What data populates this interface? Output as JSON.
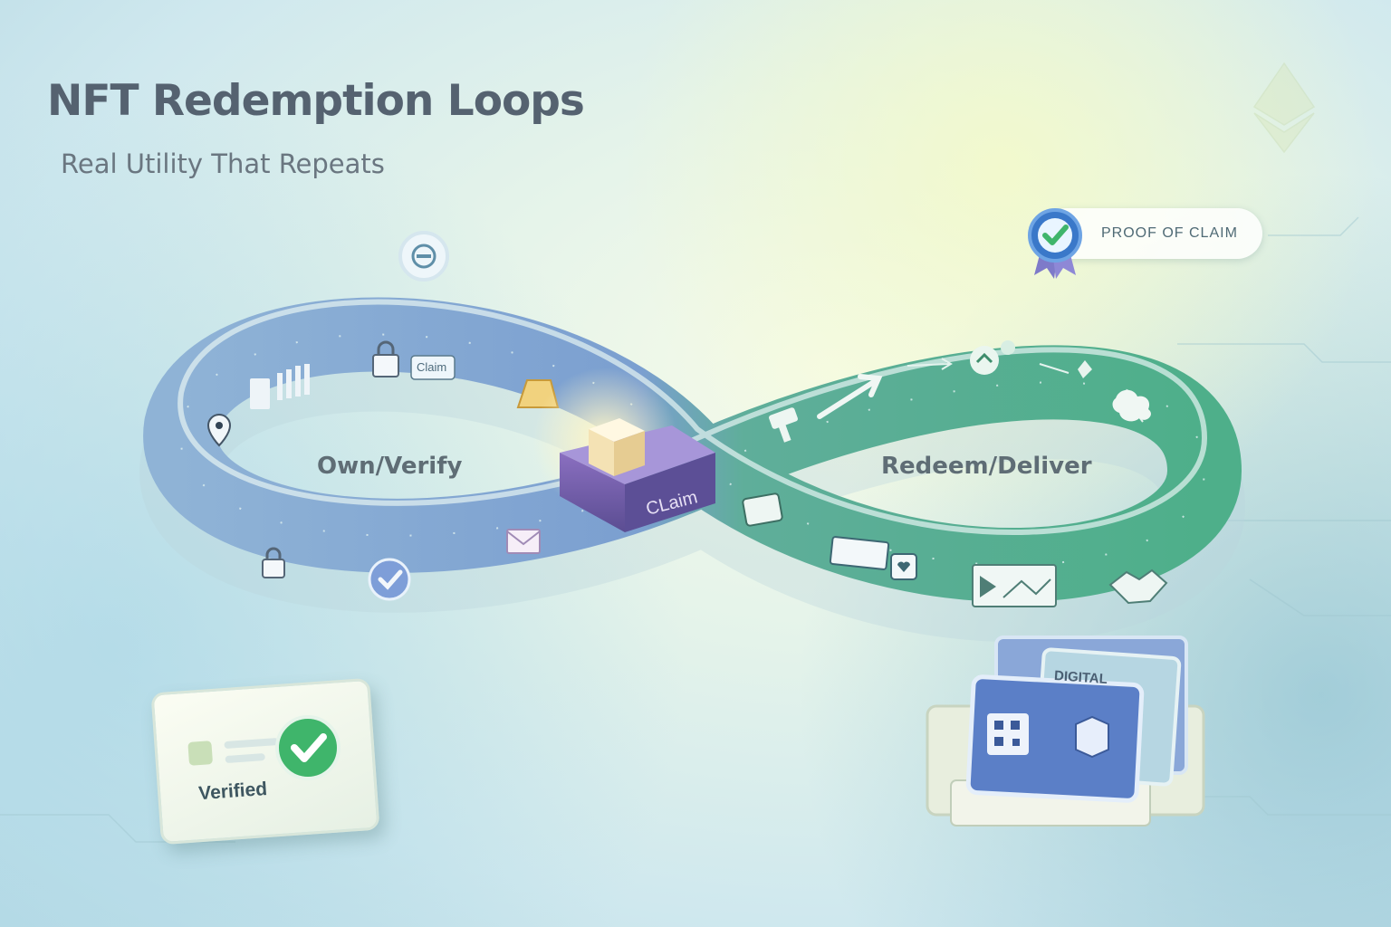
{
  "header": {
    "title": "NFT Redemption Loops",
    "subtitle": "Real Utility That Repeats"
  },
  "badge": {
    "label": "PROOF OF CLAIM",
    "icon": "ribbon-check-icon"
  },
  "loop": {
    "left_label": "Own/Verify",
    "right_label": "Redeem/Deliver",
    "center_block_label": "CLaim",
    "tag_label": "Claim"
  },
  "cards": {
    "verified_label": "Verified",
    "digital_label": "DIGITAL"
  },
  "colors": {
    "title": "#556270",
    "left_band": "#7ea3c8",
    "right_band": "#4fae8c",
    "center_block": "#6a5aa0",
    "check_green": "#3fb56b"
  }
}
